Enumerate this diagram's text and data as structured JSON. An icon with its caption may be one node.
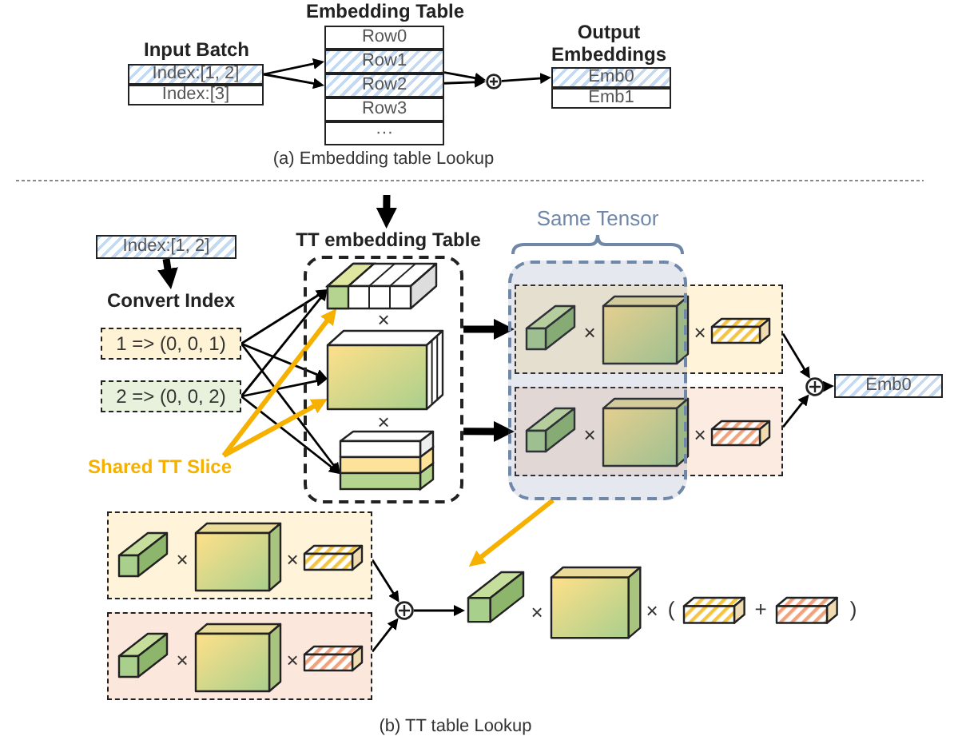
{
  "diagram": {
    "nodes": [
      {
        "text": [
          "Input Batch"
        ]
      },
      {
        "text": [
          "Index:[1, 2]"
        ],
        "in": 0
      },
      {
        "text": [
          "Index:[3]"
        ],
        "in": 0
      },
      {
        "text": [
          "Embedding Table"
        ]
      },
      {
        "text": [
          "Row0"
        ],
        "in": 3
      },
      {
        "text": [
          "Row1"
        ],
        "in": 3
      },
      {
        "text": [
          "Row2"
        ],
        "in": 3
      },
      {
        "text": [
          "Row3"
        ],
        "in": 3
      },
      {
        "text": [
          "···"
        ],
        "in": 3
      },
      {
        "text": [],
        "shape": "circle"
      },
      {
        "text": [
          "Output Embeddings"
        ]
      },
      {
        "text": [
          "Emb0"
        ],
        "in": 10
      },
      {
        "text": [
          "Emb1"
        ],
        "in": 10
      },
      {
        "text": [
          "Index:[1, 2]"
        ]
      },
      {
        "text": [
          "Convert Index"
        ]
      },
      {
        "text": [
          "1 => (0, 0, 1)"
        ]
      },
      {
        "text": [
          "2 => (0, 0, 2)"
        ]
      },
      {
        "text": [
          "TT embedding Table"
        ]
      },
      {
        "text": [],
        "shape": "box",
        "in": 17
      },
      {
        "text": [],
        "shape": "box",
        "in": 17
      },
      {
        "text": [],
        "shape": "box",
        "in": 17
      },
      {
        "text": [
          "Shared TT Slice"
        ]
      },
      {
        "text": [
          "Same Tensor"
        ]
      },
      {
        "text": [],
        "shape": "box"
      },
      {
        "text": [],
        "shape": "box"
      },
      {
        "text": [],
        "shape": "circle"
      },
      {
        "text": [
          "Emb0"
        ]
      },
      {
        "text": [],
        "shape": "box"
      },
      {
        "text": [],
        "shape": "box"
      },
      {
        "text": [],
        "shape": "circle"
      },
      {
        "text": [],
        "shape": "box"
      }
    ],
    "edges": [
      {
        "from": 1,
        "to": 5,
        "arrow": "to"
      },
      {
        "from": 1,
        "to": 6,
        "arrow": "to"
      },
      {
        "from": 5,
        "to": 9,
        "arrow": "to"
      },
      {
        "from": 6,
        "to": 9,
        "arrow": "to"
      },
      {
        "from": 9,
        "to": 11,
        "arrow": "to"
      },
      {
        "from": null,
        "to": 17,
        "arrow": "to",
        "style": "thick"
      },
      {
        "from": 13,
        "to": 14,
        "arrow": "to",
        "style": "thick"
      },
      {
        "from": 15,
        "to": 18,
        "arrow": "to"
      },
      {
        "from": 15,
        "to": 19,
        "arrow": "to"
      },
      {
        "from": 15,
        "to": 20,
        "arrow": "to"
      },
      {
        "from": 16,
        "to": 18,
        "arrow": "to"
      },
      {
        "from": 16,
        "to": 19,
        "arrow": "to"
      },
      {
        "from": 16,
        "to": 20,
        "arrow": "to"
      },
      {
        "from": 21,
        "to": 18,
        "arrow": "to",
        "style": "thick",
        "color": "#f5b000"
      },
      {
        "from": 21,
        "to": 19,
        "arrow": "to",
        "style": "thick",
        "color": "#f5b000"
      },
      {
        "from": 17,
        "to": 23,
        "arrow": "to",
        "style": "thick"
      },
      {
        "from": 17,
        "to": 24,
        "arrow": "to",
        "style": "thick"
      },
      {
        "from": 23,
        "to": 25,
        "arrow": "to"
      },
      {
        "from": 24,
        "to": 25,
        "arrow": "to"
      },
      {
        "from": 25,
        "to": 26,
        "arrow": "to"
      },
      {
        "from": 22,
        "to": 30,
        "arrow": "to",
        "style": "thick",
        "color": "#f5b000"
      },
      {
        "from": 27,
        "to": 29,
        "arrow": "to"
      },
      {
        "from": 28,
        "to": 29,
        "arrow": "to"
      },
      {
        "from": 29,
        "to": 30,
        "arrow": "to"
      }
    ],
    "labels": [
      "(a) Embedding table Lookup",
      "×",
      "×",
      "×",
      "×",
      "×",
      "×",
      "×",
      "×",
      "×",
      "×",
      "×",
      "×",
      "(",
      "+",
      ")",
      "(b) TT table Lookup"
    ]
  }
}
